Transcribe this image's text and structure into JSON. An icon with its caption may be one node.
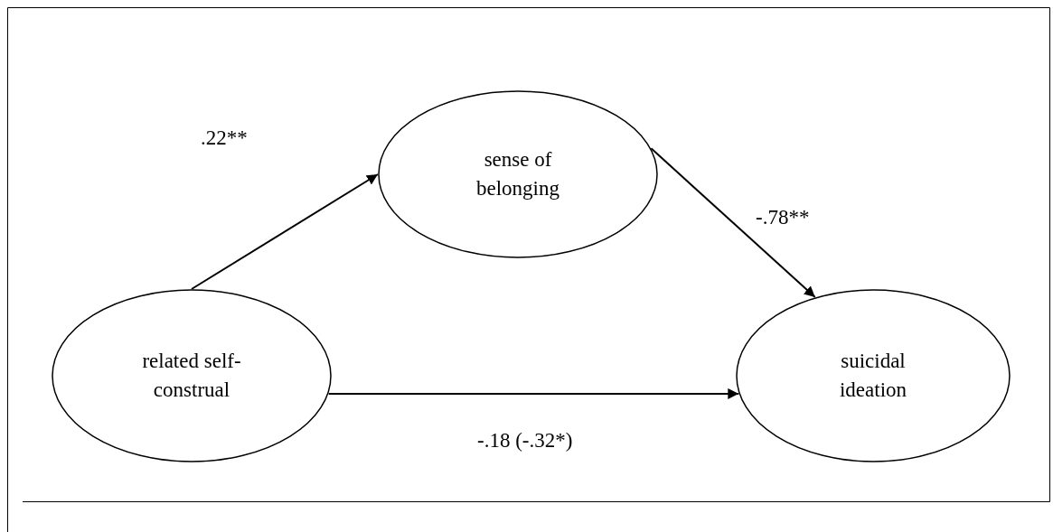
{
  "diagram": {
    "nodes": [
      {
        "text": [
          "sense of belonging"
        ]
      },
      {
        "text": [
          "related self-construal"
        ]
      },
      {
        "text": [
          "suicidal ideation"
        ]
      }
    ],
    "edges": [
      {
        "from": 1,
        "to": 0,
        "arrow": "to",
        "label": ".22**"
      },
      {
        "from": 0,
        "to": 2,
        "arrow": "to",
        "label": "-.78**"
      },
      {
        "from": 1,
        "to": 2,
        "arrow": "to",
        "label": "-.18 (-.32*)"
      }
    ]
  }
}
